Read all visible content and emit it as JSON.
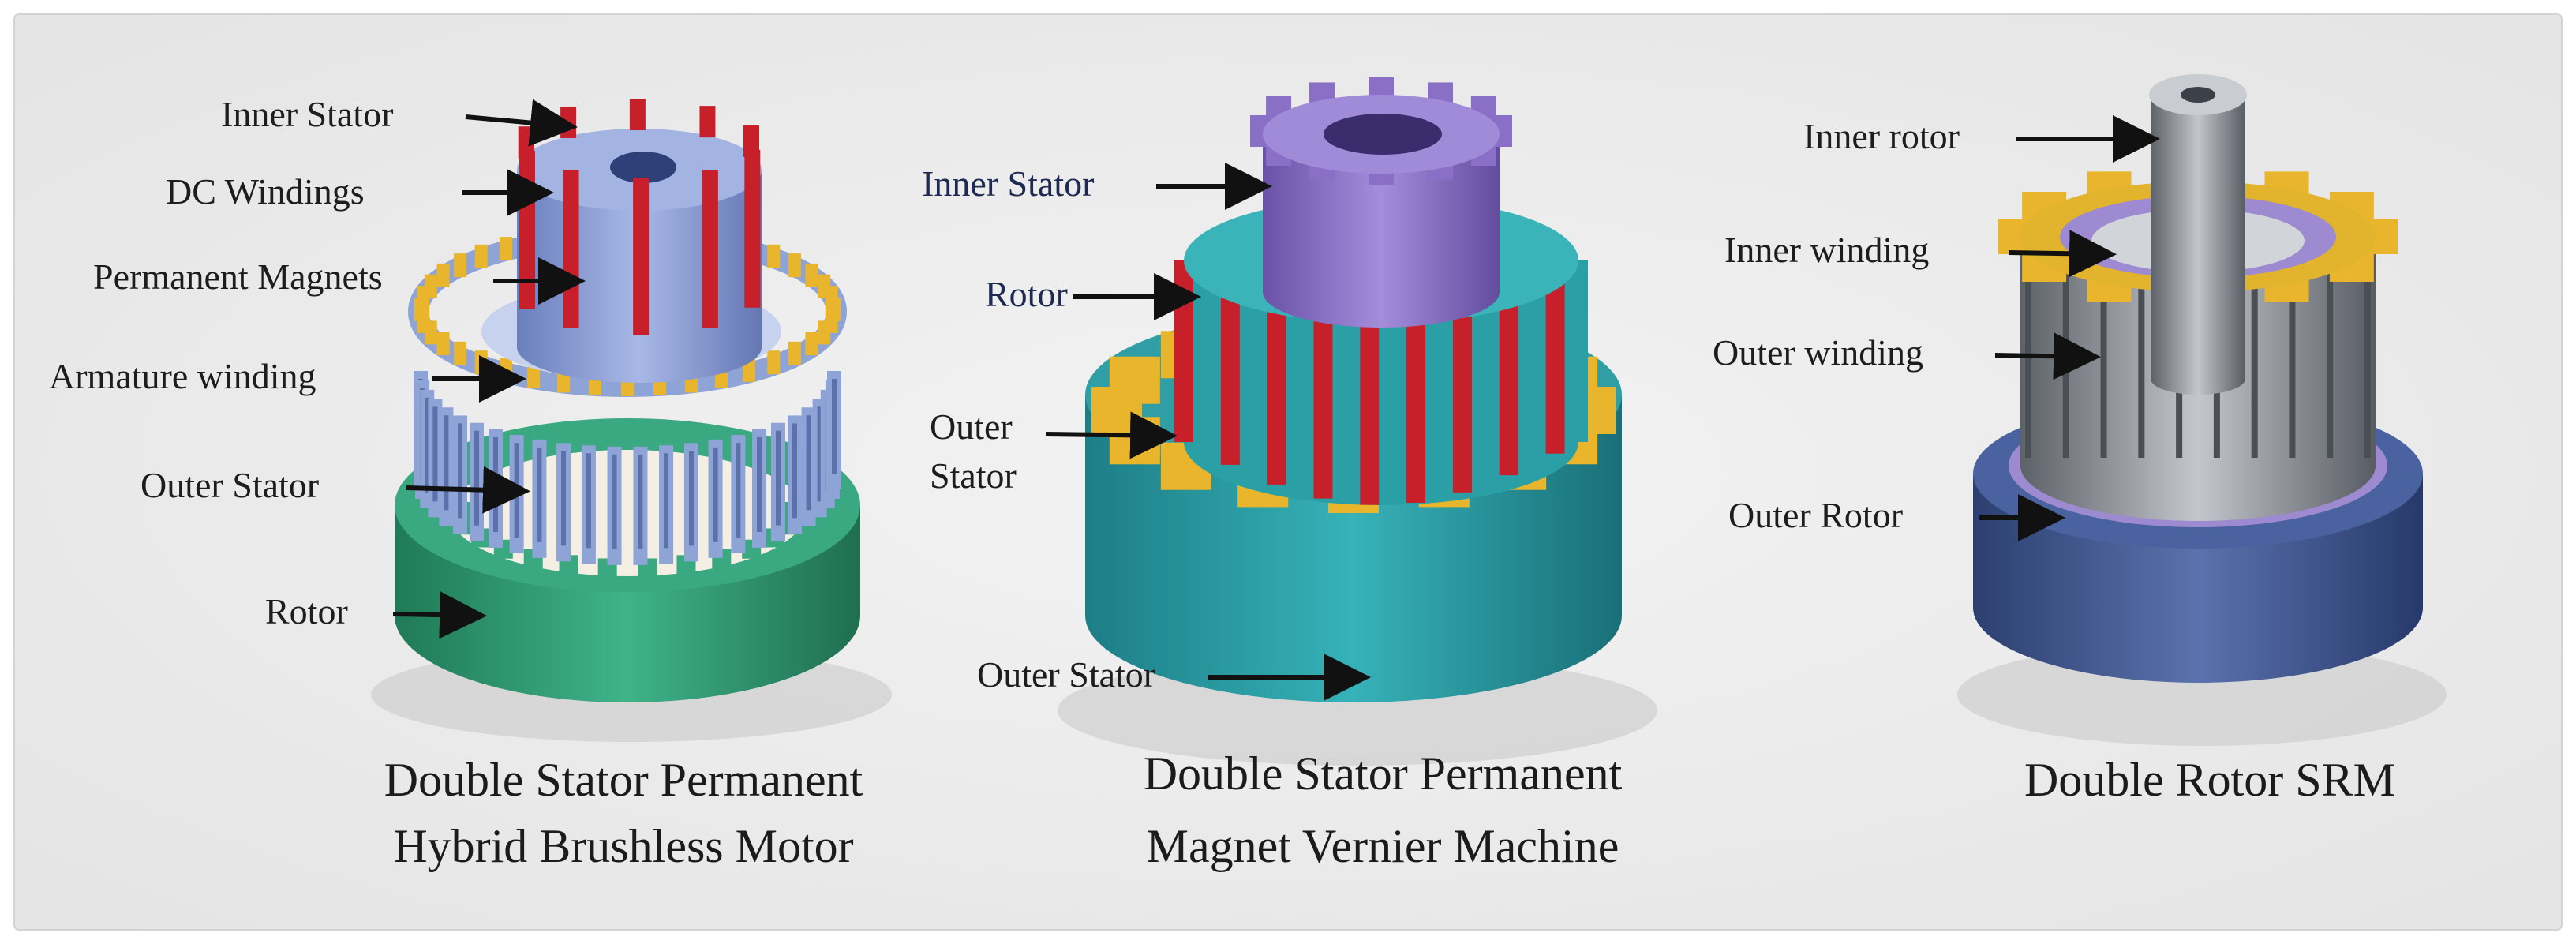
{
  "machines": [
    {
      "caption_line1": "Double Stator Permanent",
      "caption_line2": "Hybrid Brushless Motor",
      "labels": {
        "inner_stator": "Inner Stator",
        "dc_windings": "DC Windings",
        "permanent_magnets": "Permanent Magnets",
        "armature_winding": "Armature winding",
        "outer_stator": "Outer Stator",
        "rotor": "Rotor"
      }
    },
    {
      "caption_line1": "Double Stator Permanent",
      "caption_line2": "Magnet Vernier Machine",
      "labels": {
        "inner_stator": "Inner Stator",
        "rotor": "Rotor",
        "outer_stator_line1": "Outer",
        "outer_stator_line2": "Stator",
        "outer_stator_bottom": "Outer Stator"
      }
    },
    {
      "caption_line1": "Double Rotor SRM",
      "labels": {
        "inner_rotor": "Inner rotor",
        "inner_winding": "Inner winding",
        "outer_winding": "Outer winding",
        "outer_rotor": "Outer Rotor"
      }
    }
  ],
  "colors": {
    "panel_bg": "#ececec",
    "stator_blue": "#8ea3d6",
    "winding_red": "#c8202a",
    "magnet_yellow": "#e8b52c",
    "rotor_green": "#2f9a72",
    "vernier_purple": "#8a6fc6",
    "vernier_teal": "#2aa0a6",
    "srm_navy": "#3e5590",
    "srm_steel": "#8f949c"
  }
}
